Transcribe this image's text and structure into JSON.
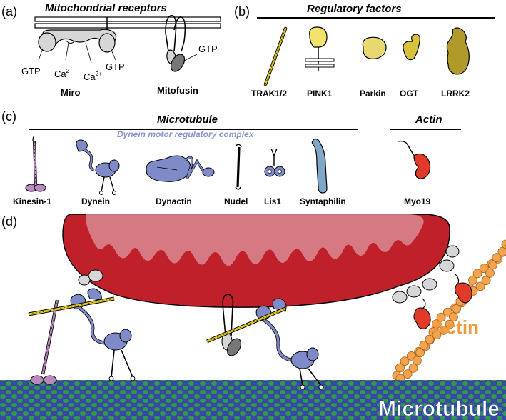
{
  "panels": {
    "a": "(a)",
    "b": "(b)",
    "c": "(c)",
    "d": "(d)"
  },
  "a": {
    "title": "Mitochondrial receptors",
    "gtp": "GTP",
    "ca_base": "Ca",
    "ca_sup": "2+",
    "miro": "Miro",
    "mitofusin": "Mitofusin"
  },
  "b": {
    "title": "Regulatory factors",
    "trak": "TRAK1/2",
    "pink1": "PINK1",
    "parkin": "Parkin",
    "ogt": "OGT",
    "lrrk2": "LRRK2"
  },
  "c": {
    "title": "Microtubule",
    "subtitle": "Dynein motor regulatory complex",
    "actin_title": "Actin",
    "kinesin": "Kinesin-1",
    "dynein": "Dynein",
    "dynactin": "Dynactin",
    "nudel": "Nudel",
    "lis1": "Lis1",
    "syntaphilin": "Syntaphilin",
    "myo19": "Myo19"
  },
  "d": {
    "actin": "Actin",
    "microtubule": "Microtubule"
  },
  "colors": {
    "mito": "#c0202a",
    "mito_inner": "#d98a92",
    "dynein": "#7f8ac8",
    "trak": "#e2c81e",
    "kinesin": "#b98ac0",
    "syntaphilin": "#7fa8c8",
    "myo19": "#e23a28",
    "actin": "#f4a44c",
    "mt_green": "#1f8a3e",
    "mt_blue": "#3a4aa8",
    "pink1": "#f2e46a",
    "parkin": "#e8d870",
    "ogt": "#d8c23c",
    "lrrk2": "#b09a2a"
  }
}
